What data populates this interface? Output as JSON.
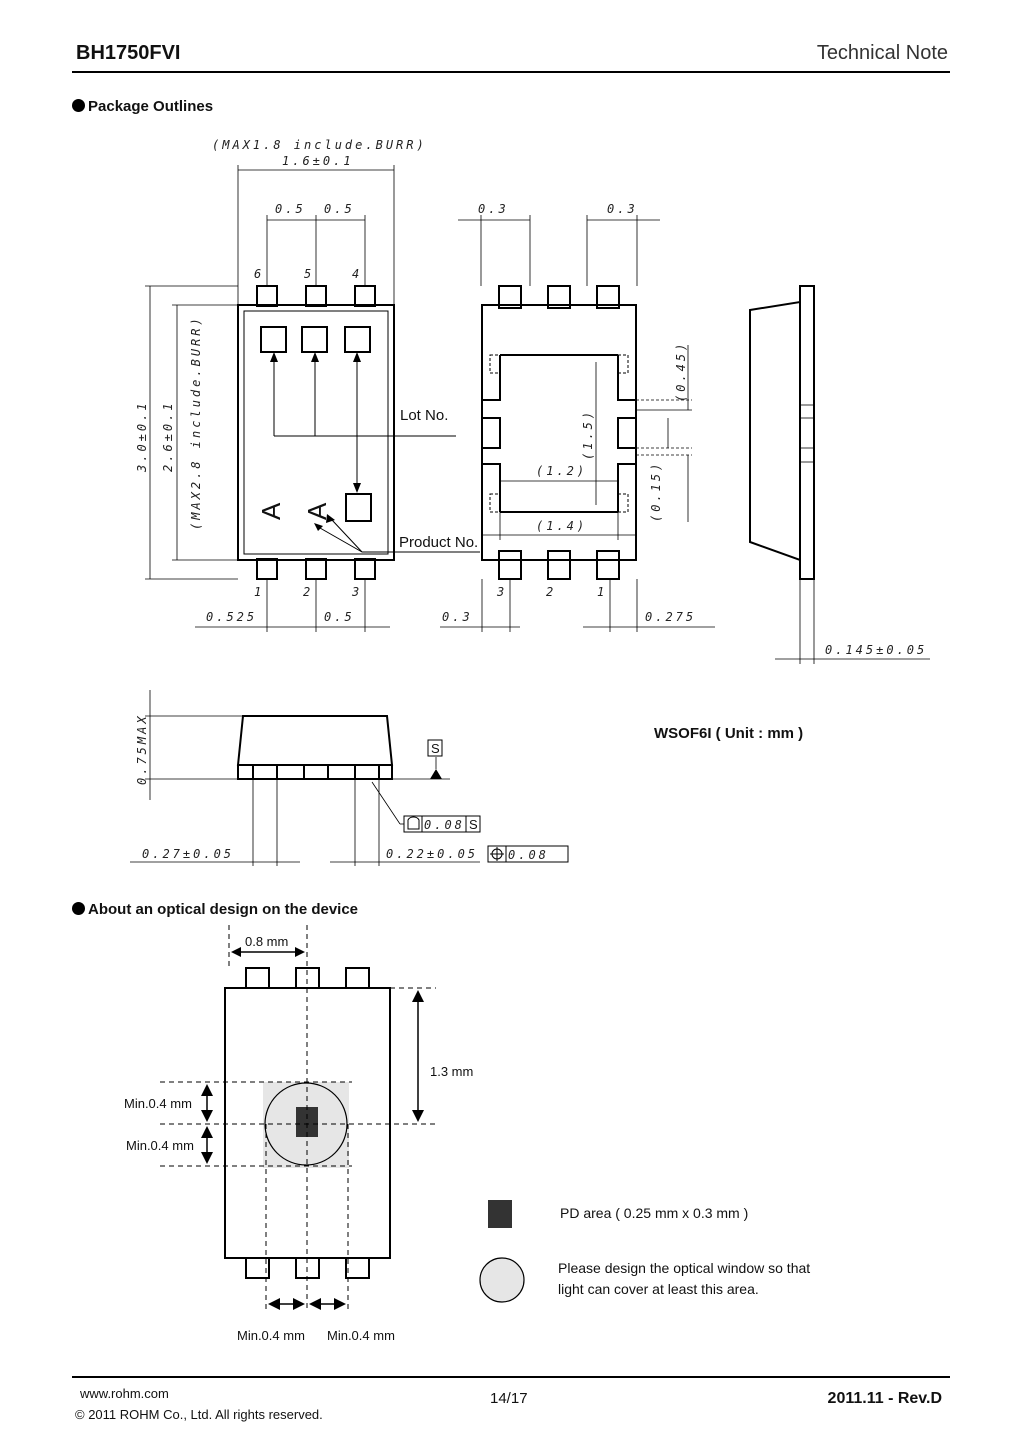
{
  "header": {
    "part_number": "BH1750FVI",
    "doc_type": "Technical Note"
  },
  "sections": {
    "package_outlines": "Package Outlines",
    "optical_design": "About an optical design on the device"
  },
  "package_drawing": {
    "dims": {
      "max_width_burr": "(MAX1.8 include.BURR)",
      "width": "1.6±0.1",
      "pitch_a": "0.5",
      "pitch_b": "0.5",
      "height": "3.0±0.1",
      "body_height": "2.6±0.1",
      "max_height_burr": "(MAX2.8 include.BURR)",
      "bottom_left": "0.525",
      "bottom_pitch": "0.5",
      "pad_top_left": "0.3",
      "pad_top_right": "0.3",
      "pad_gap_045": "(0.45)",
      "pad_15": "(1.5)",
      "pad_015": "(0.15)",
      "pad_12": "(1.2)",
      "pad_14": "(1.4)",
      "pad_bottom_left": "0.3",
      "pad_bottom_right": "0.275",
      "side_thickness": "0.145±0.05",
      "max_thickness": "0.75MAX",
      "lead_left": "0.27±0.05",
      "lead_right": "0.22±0.05",
      "datum": "S",
      "flatness": "0.08",
      "flatness_datum": "S",
      "position_tol": "0.08"
    },
    "pins_top": [
      "6",
      "5",
      "4"
    ],
    "pins_bottom": [
      "1",
      "2",
      "3"
    ],
    "pins_bottom_rear": [
      "3",
      "2",
      "1"
    ],
    "lot_no_label": "Lot No.",
    "product_no_label": "Product No.",
    "marking_letter_1": "A",
    "marking_letter_2": "A",
    "package_name": "WSOF6I ( Unit : mm )"
  },
  "optical_drawing": {
    "dim_08": "0.8 mm",
    "dim_13": "1.3 mm",
    "min_left_upper": "Min.0.4 mm",
    "min_left_lower": "Min.0.4 mm",
    "min_bottom_left": "Min.0.4 mm",
    "min_bottom_right": "Min.0.4 mm",
    "legend_pd": "PD area ( 0.25 mm x 0.3 mm )",
    "legend_window_line1": "Please design the optical window so that",
    "legend_window_line2": "light can cover at least this area."
  },
  "footer": {
    "url": "www.rohm.com",
    "copyright": "© 2011 ROHM Co., Ltd. All rights reserved.",
    "page": "14/17",
    "revision": "2011.11  -  Rev.D"
  }
}
